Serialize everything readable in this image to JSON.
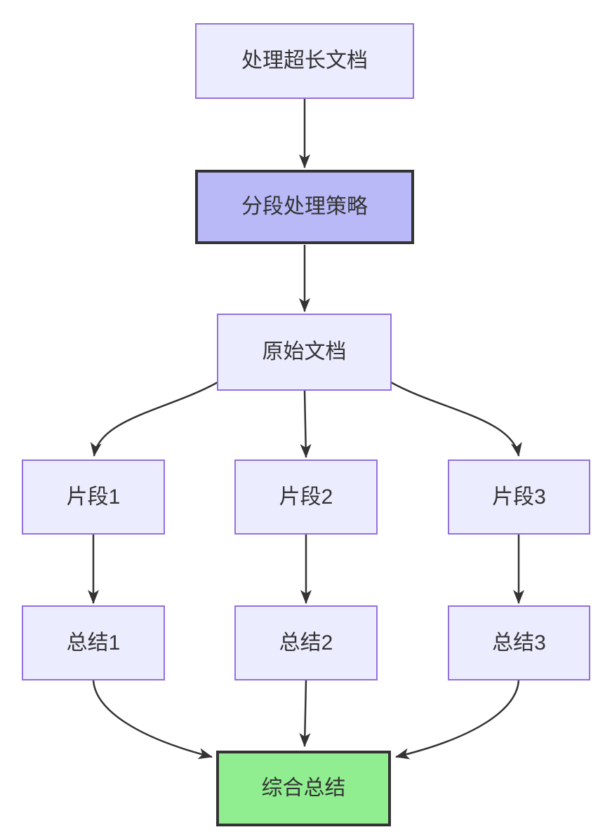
{
  "diagram": {
    "type": "flowchart",
    "direction": "top-down",
    "background_color": "#ffffff",
    "edge_color": "#333333",
    "text_color": "#333333",
    "colors": {
      "default_fill": "#ECECFF",
      "default_border": "#9370DB",
      "highlight_fill": "#B9B9F8",
      "success_fill": "#90EE90",
      "strong_border": "#333333"
    },
    "nodes": {
      "A": {
        "label": "处理超长文档",
        "fill": "#ECECFF",
        "border": "#9370DB",
        "border_width": 2
      },
      "B": {
        "label": "分段处理策略",
        "fill": "#B9B9F8",
        "border": "#333333",
        "border_width": 4
      },
      "C": {
        "label": "原始文档",
        "fill": "#ECECFF",
        "border": "#9370DB",
        "border_width": 2
      },
      "D1": {
        "label": "片段1",
        "fill": "#ECECFF",
        "border": "#9370DB",
        "border_width": 2
      },
      "D2": {
        "label": "片段2",
        "fill": "#ECECFF",
        "border": "#9370DB",
        "border_width": 2
      },
      "D3": {
        "label": "片段3",
        "fill": "#ECECFF",
        "border": "#9370DB",
        "border_width": 2
      },
      "E1": {
        "label": "总结1",
        "fill": "#ECECFF",
        "border": "#9370DB",
        "border_width": 2
      },
      "E2": {
        "label": "总结2",
        "fill": "#ECECFF",
        "border": "#9370DB",
        "border_width": 2
      },
      "E3": {
        "label": "总结3",
        "fill": "#ECECFF",
        "border": "#9370DB",
        "border_width": 2
      },
      "F": {
        "label": "综合总结",
        "fill": "#90EE90",
        "border": "#333333",
        "border_width": 4
      }
    },
    "edges": [
      {
        "from": "A",
        "to": "B"
      },
      {
        "from": "B",
        "to": "C"
      },
      {
        "from": "C",
        "to": "D1"
      },
      {
        "from": "C",
        "to": "D2"
      },
      {
        "from": "C",
        "to": "D3"
      },
      {
        "from": "D1",
        "to": "E1"
      },
      {
        "from": "D2",
        "to": "E2"
      },
      {
        "from": "D3",
        "to": "E3"
      },
      {
        "from": "E1",
        "to": "F"
      },
      {
        "from": "E2",
        "to": "F"
      },
      {
        "from": "E3",
        "to": "F"
      }
    ]
  }
}
